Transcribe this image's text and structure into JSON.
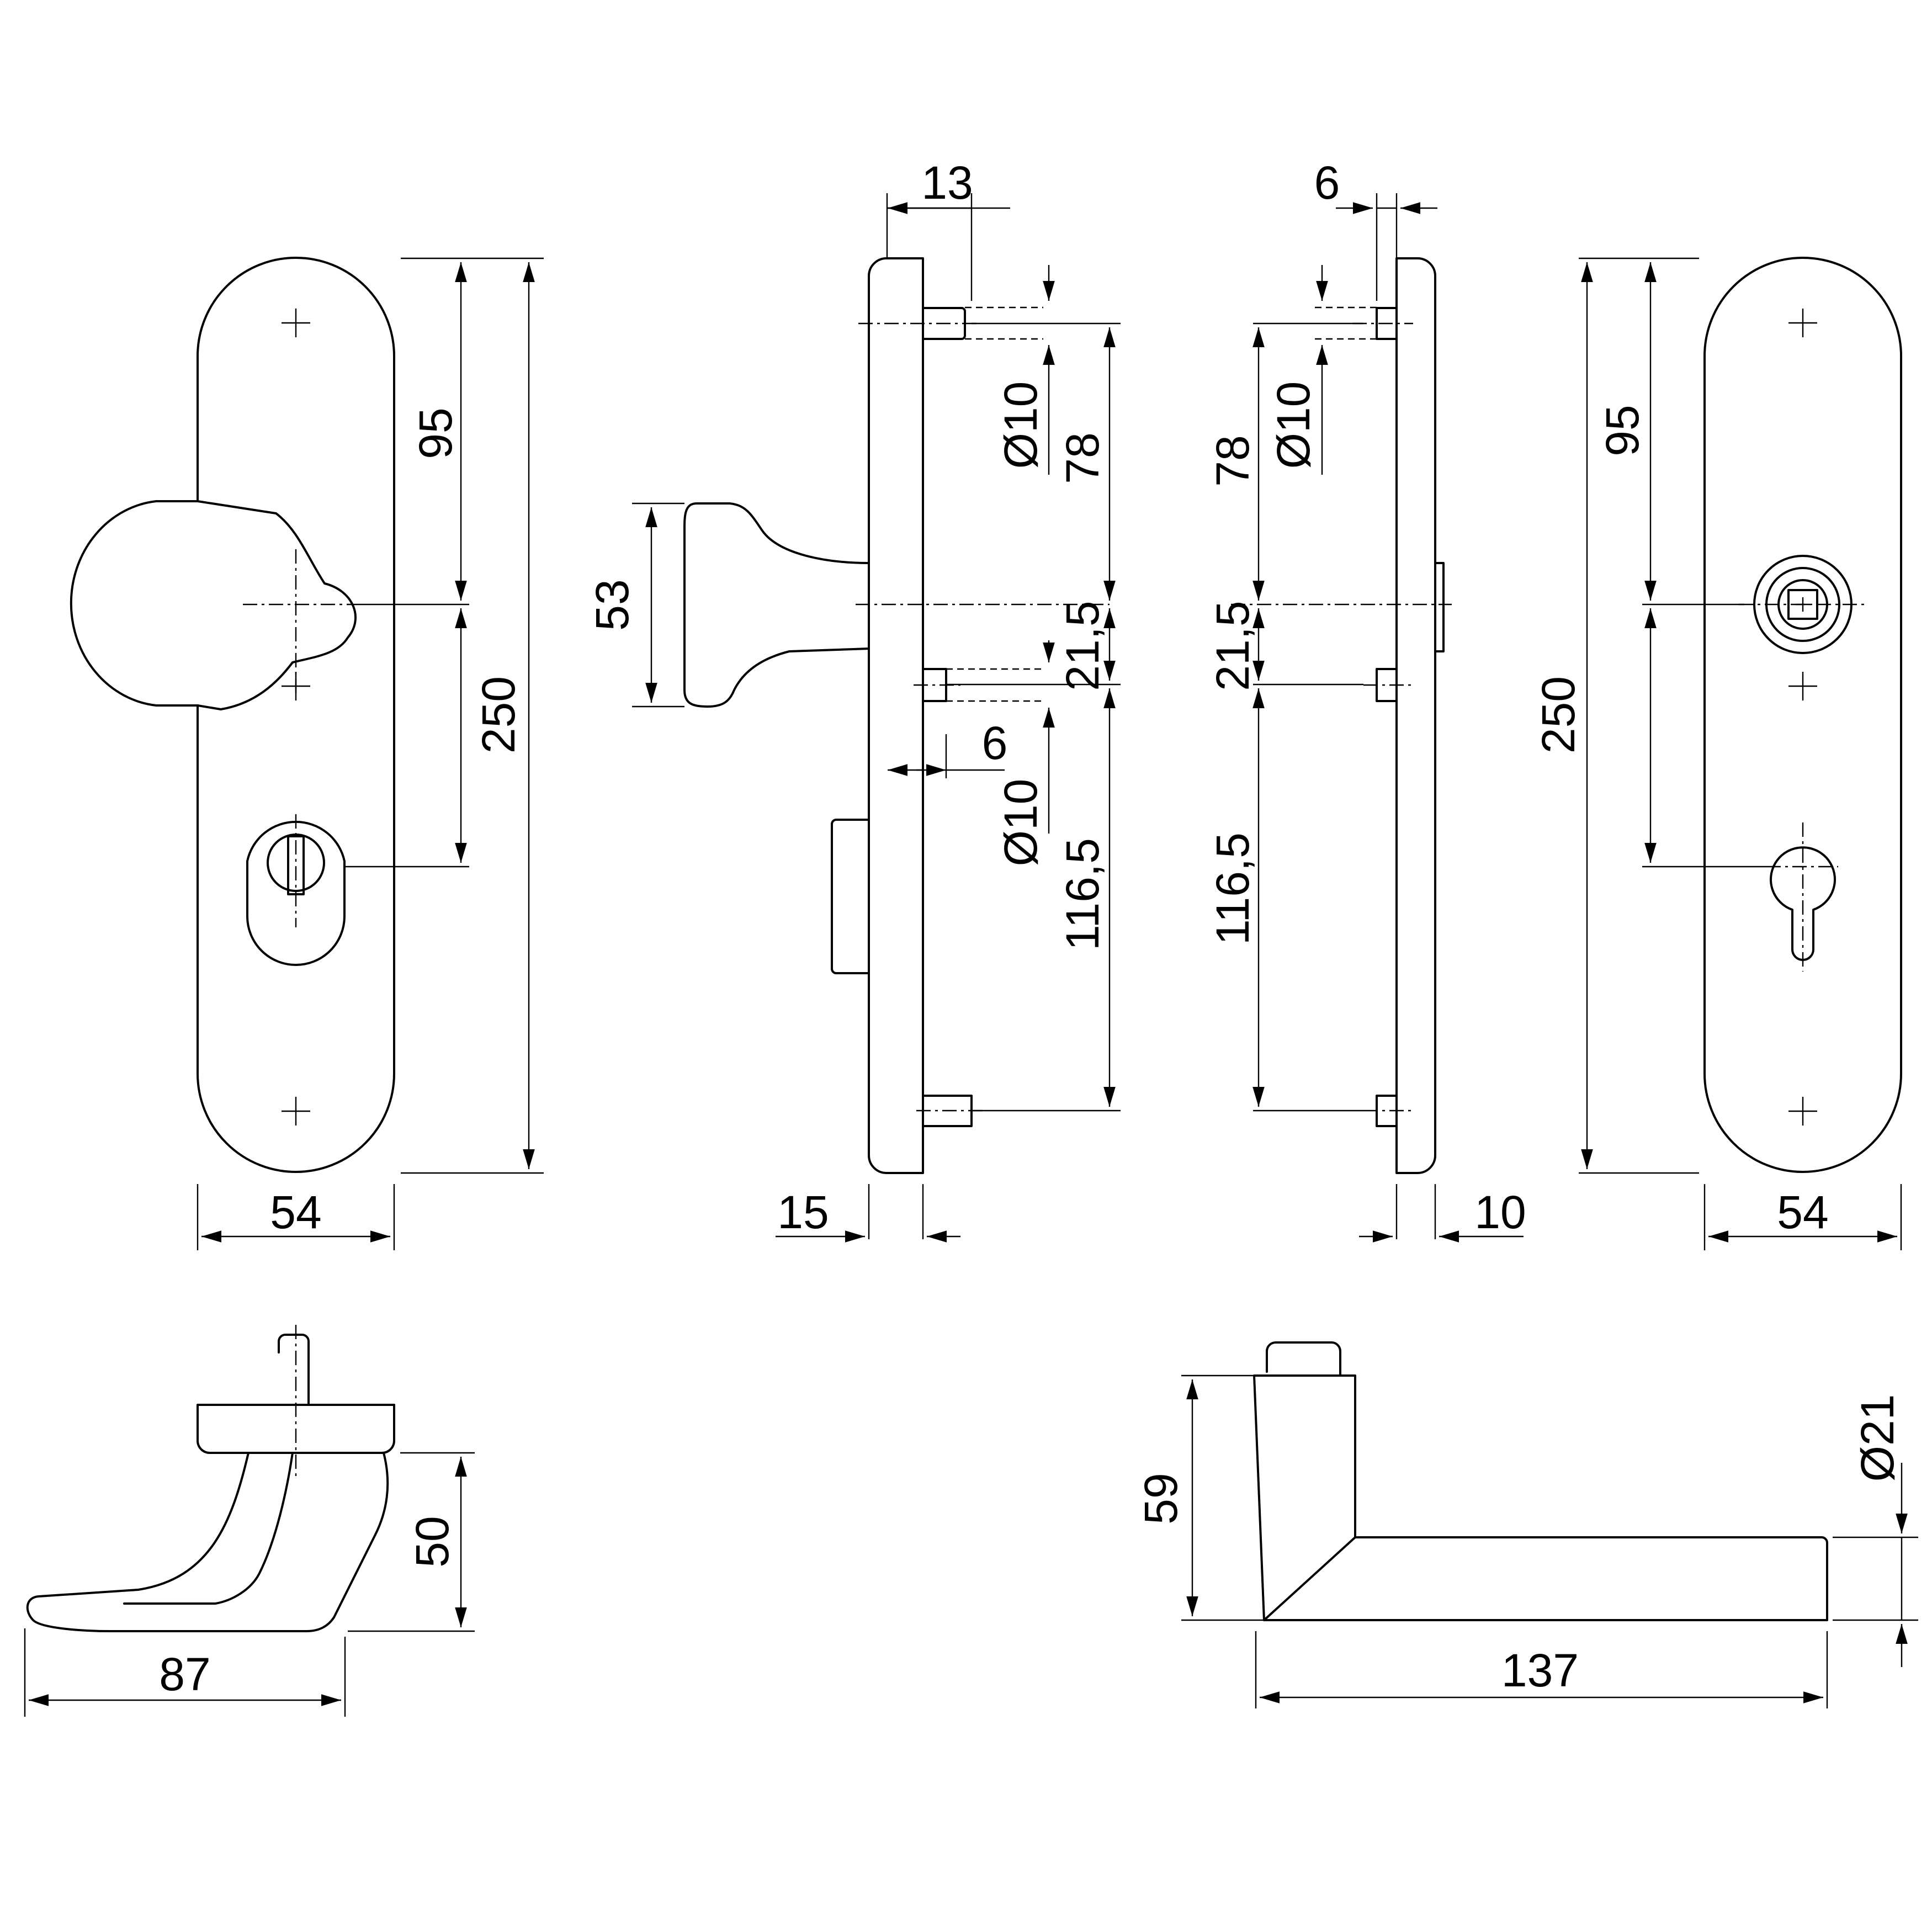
{
  "dimensions": {
    "front_left_height_upper": "95",
    "front_left_height_total": "250",
    "front_left_width": "54",
    "side1_spacing_top": "13",
    "side1_knob_height": "53",
    "side1_bore_top": "Ø10",
    "side1_dist_78": "78",
    "side1_dist_21_5": "21,5",
    "side1_lower_offset": "6",
    "side1_bore_mid": "Ø10",
    "side1_dist_116_5": "116,5",
    "side1_thickness": "15",
    "side2_spacing_top": "6",
    "side2_dist_78": "78",
    "side2_bore": "Ø10",
    "side2_dist_21_5": "21,5",
    "side2_dist_116_5": "116,5",
    "side2_thickness": "10",
    "front_right_height_total": "250",
    "front_right_height_upper": "95",
    "front_right_width": "54",
    "lever_top_height": "50",
    "lever_top_length": "87",
    "lever_side_height": "59",
    "lever_side_length": "137",
    "lever_side_diameter": "Ø21"
  }
}
